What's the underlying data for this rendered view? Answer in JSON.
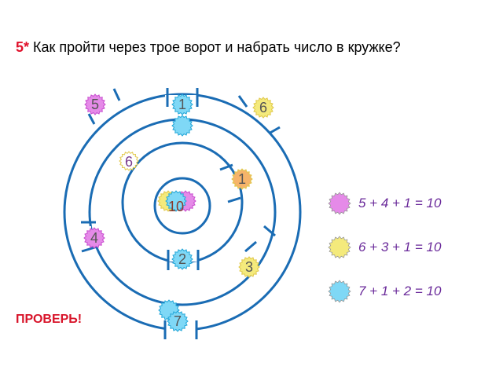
{
  "title": {
    "number": "5*",
    "text": "Как пройти  через трое ворот  и набрать число в кружке?"
  },
  "check_label": "ПРОВЕРЬ!",
  "center_value": "10",
  "badges": {
    "outer_5": "5",
    "outer_1": "1",
    "outer_6": "6",
    "middle_6": "6",
    "middle_1": "1",
    "middle_4": "4",
    "inner_2": "2",
    "middle_3": "3",
    "bottom_7": "7"
  },
  "equations": [
    {
      "text": "5 + 4 + 1 = 10",
      "color": "#e58ae8",
      "icon": "pink-sun-icon"
    },
    {
      "text": "6 + 3 + 1 = 10",
      "color": "#f4ea7c",
      "icon": "yellow-sun-icon"
    },
    {
      "text": "7 + 1 + 2 = 10",
      "color": "#7fd8f6",
      "icon": "blue-sun-icon"
    }
  ],
  "colors": {
    "ring": "#1a6cb4",
    "pink": "#e58ae8",
    "yellow": "#f4ea7c",
    "blue": "#7fd8f6",
    "orange": "#f6b46a",
    "title_accent": "#e0102a"
  }
}
